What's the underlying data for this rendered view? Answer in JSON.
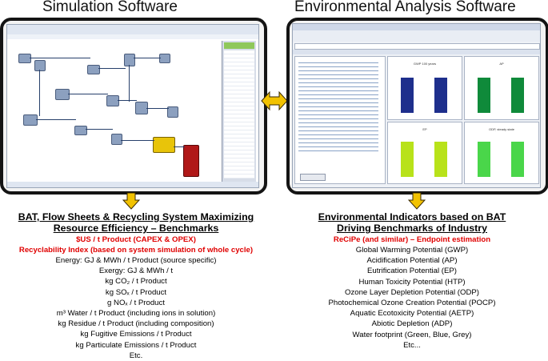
{
  "left_panel": {
    "title": "Simulation Software"
  },
  "right_panel": {
    "title": "Environmental Analysis Software",
    "charts": [
      {
        "title": "GWP 100 years",
        "color": "#1e2f8c"
      },
      {
        "title": "AP",
        "color": "#0f8a3a"
      },
      {
        "title": "EP",
        "color": "#b8e21a"
      },
      {
        "title": "ODP, steady state",
        "color": "#4ad64a"
      }
    ]
  },
  "colors": {
    "arrow_fill": "#f2c200",
    "arrow_outline": "#3a2a00",
    "highlight_red": "#e00000",
    "frame": "#141414"
  },
  "left_text": {
    "heading_line1": "BAT, Flow Sheets & Recycling System Maximizing",
    "heading_line2": "Resource Efficiency – Benchmarks",
    "red_line1": "$US / t Product (CAPEX & OPEX)",
    "red_line2": "Recyclability Index (based on system simulation of whole cycle)",
    "items": [
      "Energy: GJ & MWh / t Product (source specific)",
      "Exergy: GJ & MWh / t",
      "kg CO₂ / t Product",
      "kg SOₓ / t Product",
      "g NOₓ / t Product",
      "m³ Water / t Product (including ions in solution)",
      "kg Residue / t Product (including composition)",
      "kg Fugitive Emissions / t Product",
      "kg Particulate Emissions / t Product",
      "Etc."
    ]
  },
  "right_text": {
    "heading_line1": "Environmental Indicators based on BAT",
    "heading_line2": "Driving Benchmarks of Industry",
    "red_line1": "ReCiPe (and similar) – Endpoint estimation",
    "items": [
      "Global Warming Potential (GWP)",
      "Acidification Potential (AP)",
      "Eutrification Potential (EP)",
      "Human Toxicity Potential (HTP)",
      "Ozone Layer Depletion Potential (ODP)",
      "Photochemical Ozone Creation Potential (POCP)",
      "Aquatic Ecotoxicity Potential (AETP)",
      "Abiotic Depletion (ADP)",
      "Water footprint (Green, Blue, Grey)",
      "Etc..."
    ]
  }
}
